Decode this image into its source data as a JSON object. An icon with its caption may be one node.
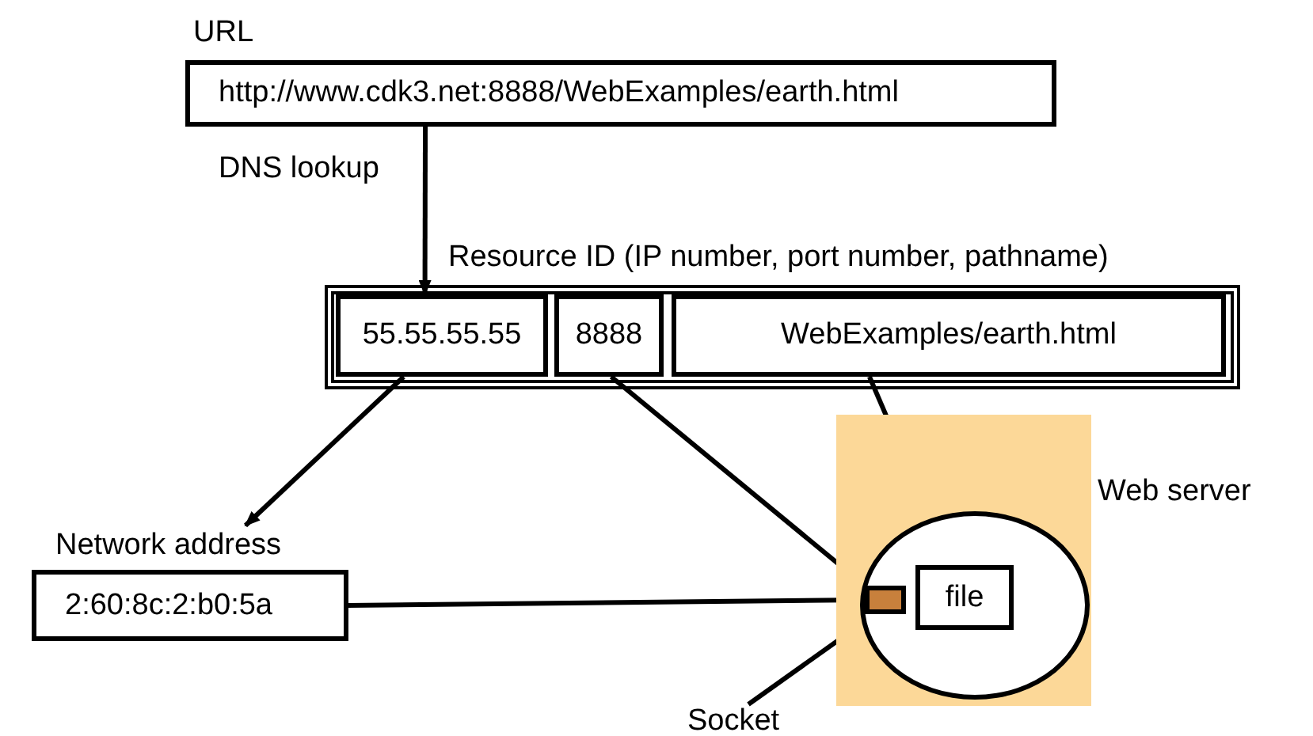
{
  "diagram": {
    "nodes": [
      {
        "text": [
          "URL",
          "http://www.cdk3.net:8888/WebExamples/earth.html"
        ]
      },
      {
        "text": [
          "Resource ID (IP number, port number, pathname)"
        ]
      },
      {
        "text": [
          "55.55.55.55"
        ],
        "in": 1
      },
      {
        "text": [
          "8888"
        ],
        "in": 1
      },
      {
        "text": [
          "WebExamples/earth.html"
        ],
        "in": 1
      },
      {
        "text": [
          "Web server"
        ]
      },
      {
        "text": [],
        "shape": "circle",
        "in": 5
      },
      {
        "text": [],
        "shape": "box",
        "in": 6
      },
      {
        "text": [
          "file"
        ],
        "in": 6
      },
      {
        "text": [
          "Network address",
          "2:60:8c:2:b0:5a"
        ]
      },
      {
        "text": [
          "Socket"
        ]
      }
    ],
    "edges": [
      {
        "from": 0,
        "to": 2,
        "arrow": "to",
        "label": "DNS lookup"
      },
      {
        "from": 2,
        "to": 9,
        "arrow": "to"
      },
      {
        "from": 3,
        "to": 7,
        "arrow": "to"
      },
      {
        "from": 4,
        "to": 8,
        "arrow": "to"
      },
      {
        "from": 9,
        "to": 7,
        "arrow": "to"
      },
      {
        "from": 10,
        "to": 7,
        "arrow": "none"
      }
    ]
  }
}
